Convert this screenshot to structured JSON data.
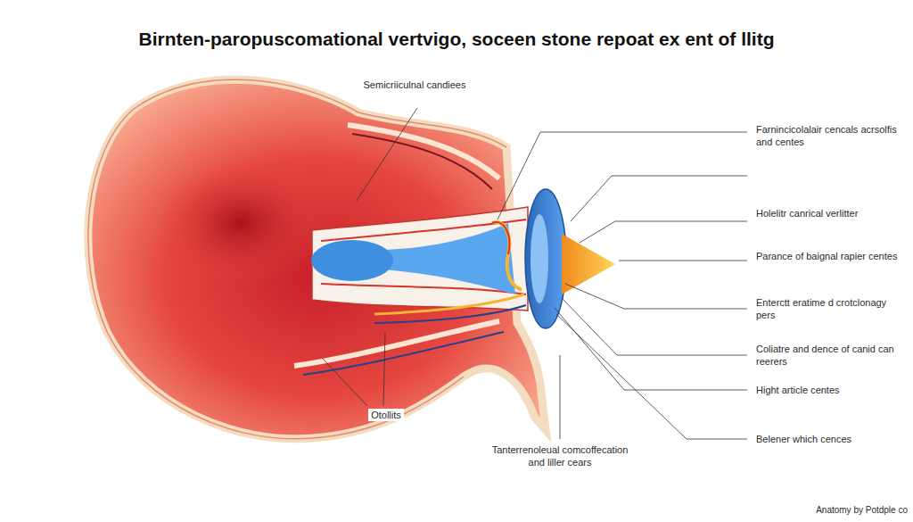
{
  "diagram": {
    "title": "Birnten-paropuscomational vertvigo, soceen stone repoat ex ent of llitg",
    "labels": [
      "Semicriiculnal candiees",
      "Farnincicolalair cencals acrsolfis and centes",
      "Holelitr canrical verlitter",
      "Parance of baignal rapier centes",
      "Enterctt eratime d crotclonagy pers",
      "Coliatre and dence of canid can reerers",
      "Hight article centes",
      "Belener which cences",
      "Otollits",
      "Tanterrenoleual comcoffecation and liller cears",
      "Anatomy by Potdple co"
    ]
  }
}
